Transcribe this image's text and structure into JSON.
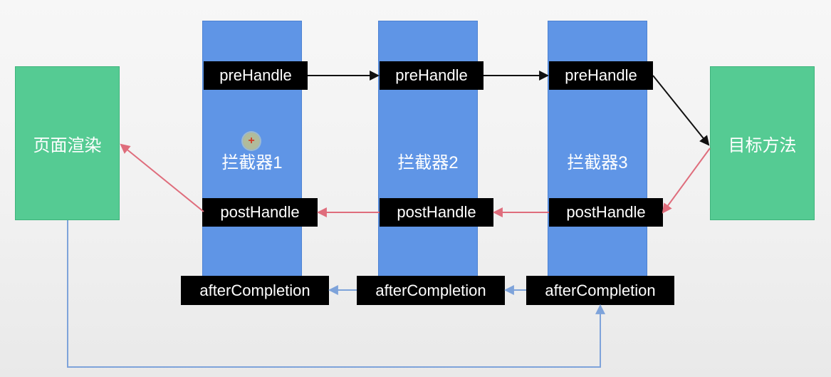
{
  "diagram": {
    "left_box_label": "页面渲染",
    "right_box_label": "目标方法",
    "interceptors": [
      {
        "label": "拦截器1",
        "pre_label": "preHandle",
        "post_label": "postHandle",
        "after_label": "afterCompletion"
      },
      {
        "label": "拦截器2",
        "pre_label": "preHandle",
        "post_label": "postHandle",
        "after_label": "afterCompletion"
      },
      {
        "label": "拦截器3",
        "pre_label": "preHandle",
        "post_label": "postHandle",
        "after_label": "afterCompletion"
      }
    ]
  },
  "colors": {
    "interceptor_fill": "#5f95e6",
    "box_fill": "#55cb93",
    "tag_fill": "#000000",
    "pre_arrow": "#111111",
    "post_arrow": "#df6d7c",
    "after_arrow": "#7ea3da"
  },
  "icons": {
    "pointer": "plus-cursor-icon"
  }
}
